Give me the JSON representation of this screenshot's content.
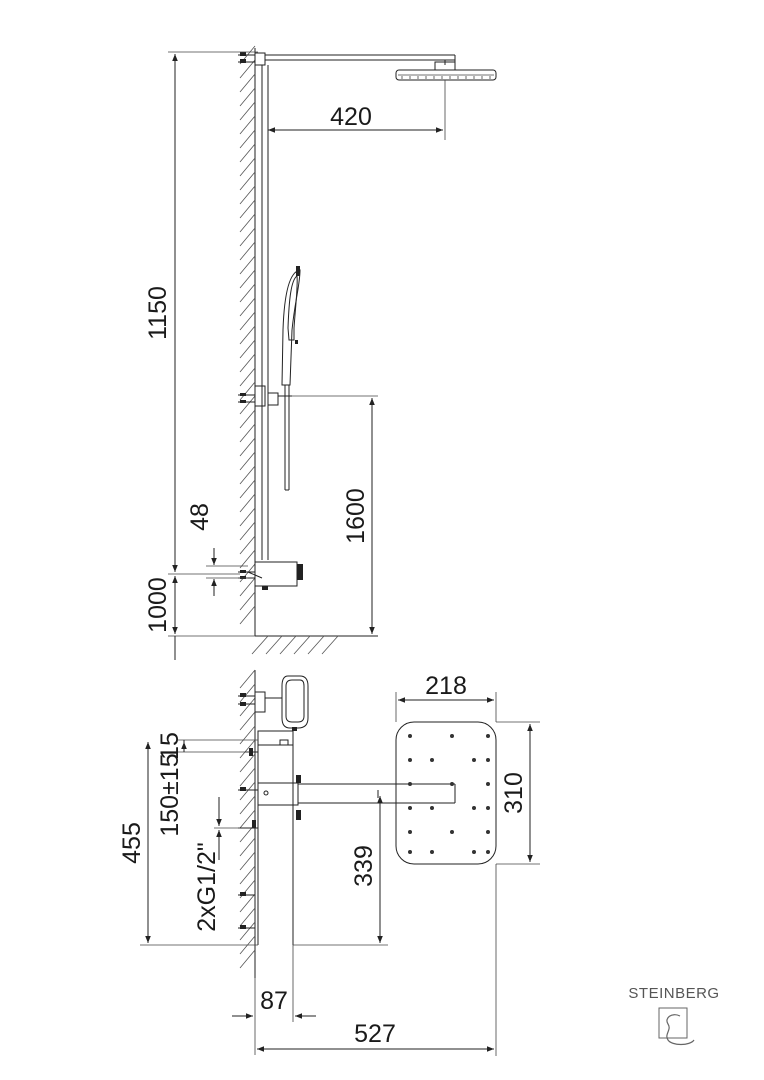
{
  "dimensions": {
    "side_view": {
      "d_420": "420",
      "d_1150": "1150",
      "d_1600": "1600",
      "d_48": "48",
      "d_1000": "1000"
    },
    "plan_view": {
      "d_218": "218",
      "d_310": "310",
      "d_15": "15",
      "d_150": "150±15",
      "d_455": "455",
      "d_g12": "2xG1/2\"",
      "d_339": "339",
      "d_87": "87",
      "d_527": "527"
    }
  },
  "brand": {
    "name": "STEINBERG"
  }
}
